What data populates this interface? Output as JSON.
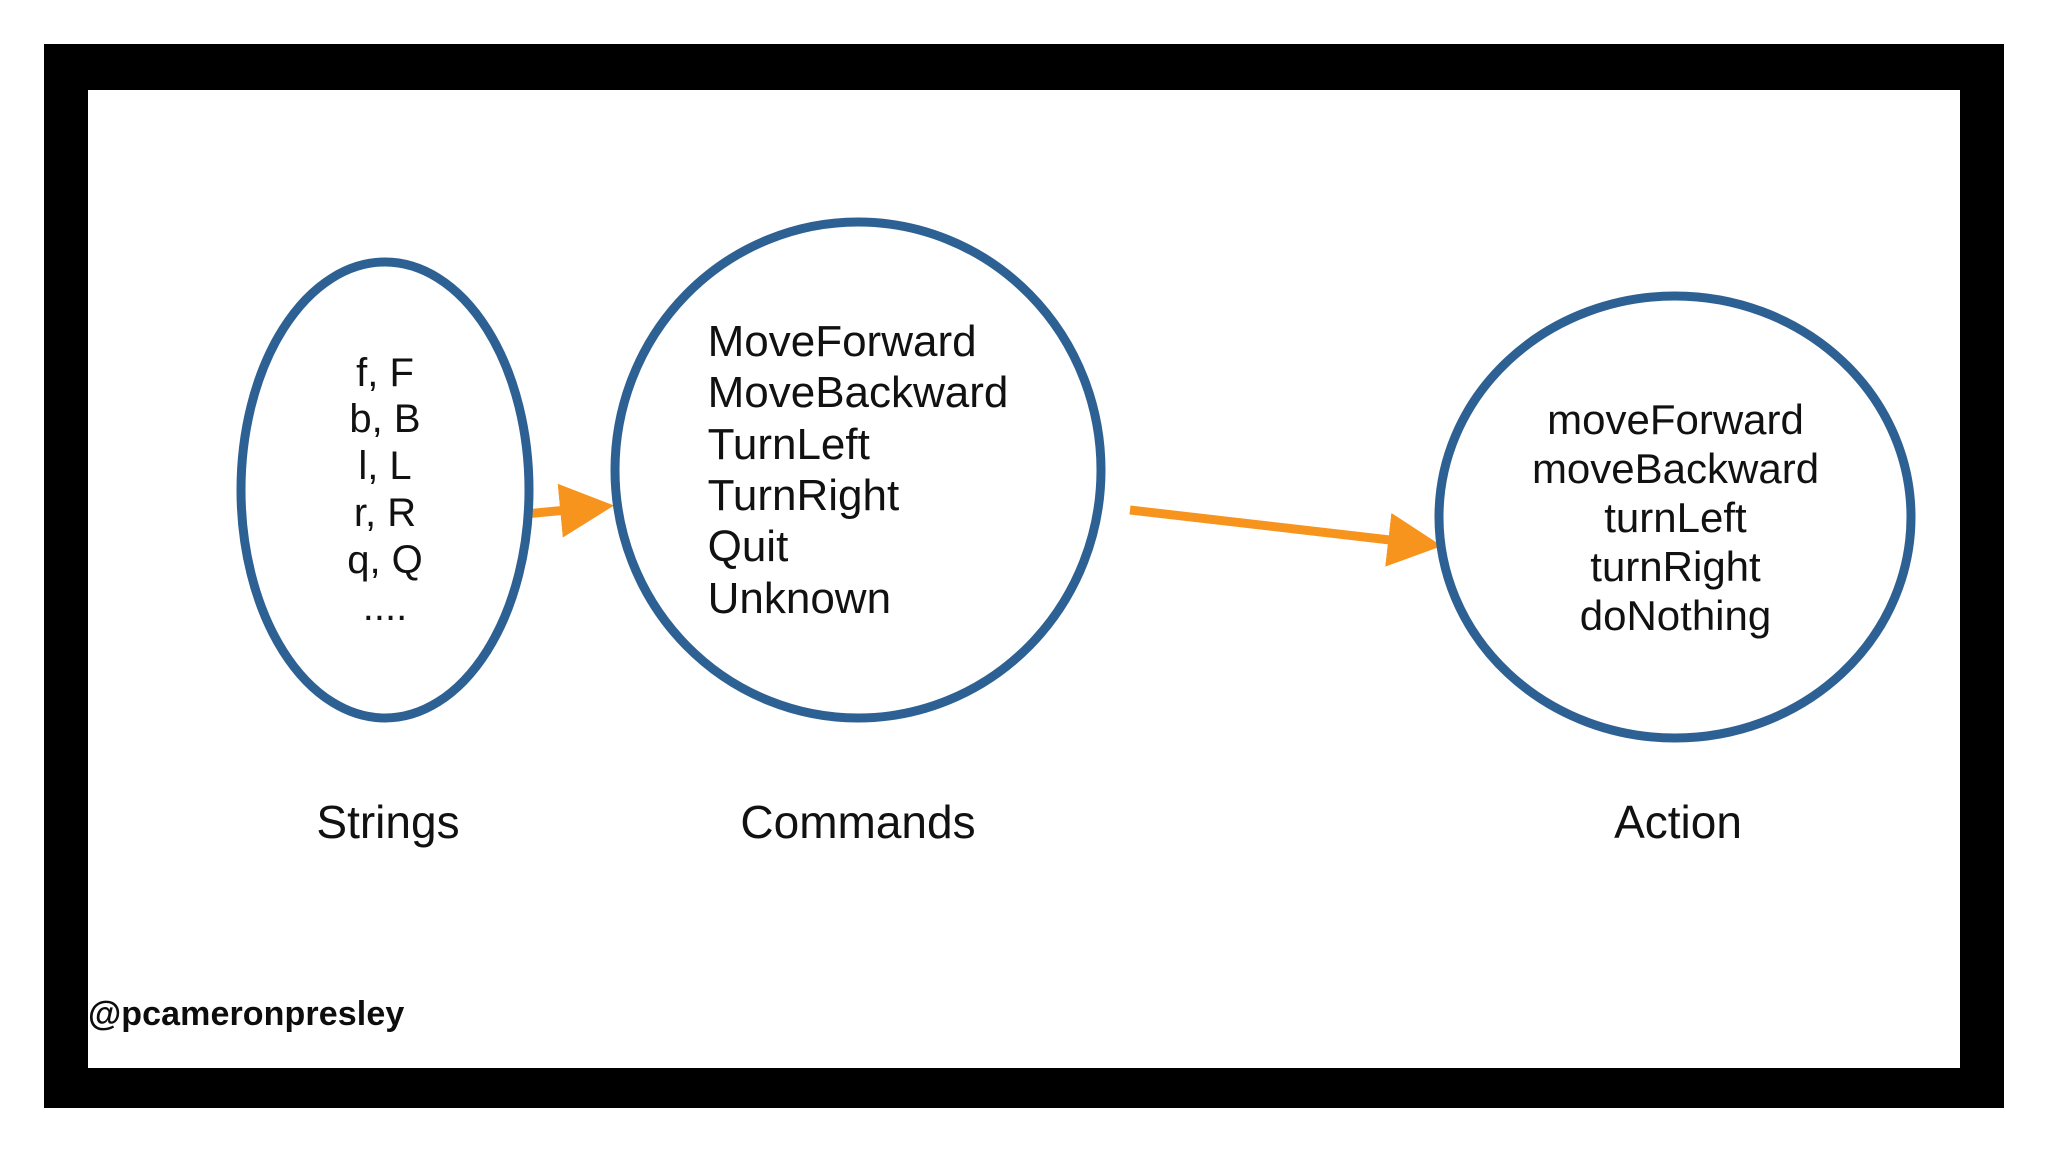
{
  "colors": {
    "frame": "#000000",
    "canvas": "#ffffff",
    "ellipse_stroke": "#2E6193",
    "arrow": "#F7941E",
    "text": "#111111"
  },
  "nodes": [
    {
      "id": "strings",
      "caption": "Strings",
      "items": [
        "f, F",
        "b, B",
        "l, L",
        "r, R",
        "q, Q",
        "...."
      ]
    },
    {
      "id": "commands",
      "caption": "Commands",
      "items": [
        "MoveForward",
        "MoveBackward",
        "TurnLeft",
        "TurnRight",
        "Quit",
        "Unknown"
      ]
    },
    {
      "id": "action",
      "caption": "Action",
      "items": [
        "moveForward",
        "moveBackward",
        "turnLeft",
        "turnRight",
        "doNothing"
      ]
    }
  ],
  "arrows": [
    {
      "id": "strings-to-commands",
      "from": "strings",
      "to": "commands"
    },
    {
      "id": "commands-to-action",
      "from": "commands",
      "to": "action"
    }
  ],
  "watermark": "@pcameronpresley",
  "strings_text": "f, F\nb, B\nl, L\nr, R\nq, Q\n....",
  "commands_text": "MoveForward\nMoveBackward\nTurnLeft\nTurnRight\nQuit\nUnknown",
  "action_text": "moveForward\nmoveBackward\nturnLeft\nturnRight\ndoNothing",
  "captions": {
    "strings": "Strings",
    "commands": "Commands",
    "action": "Action"
  }
}
